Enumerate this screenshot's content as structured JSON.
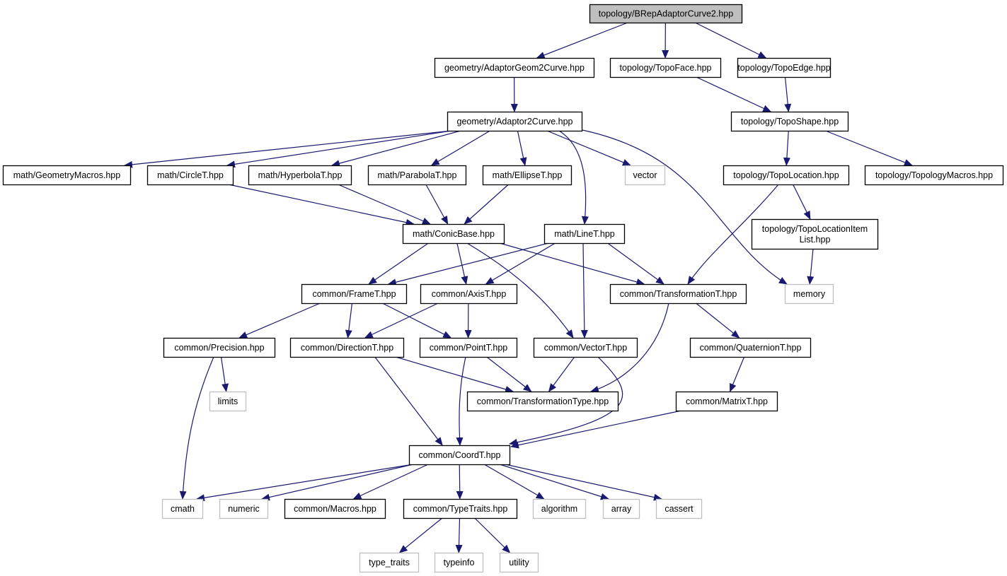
{
  "diagram": {
    "type": "include-dependency-graph",
    "root": "topology/BRepAdaptorCurve2.hpp",
    "colors": {
      "edge": "#191970",
      "root_fill": "#bfbfbf",
      "project_border": "#000000",
      "external_border": "#bfbfbf",
      "background": "#ffffff"
    },
    "nodes": [
      {
        "id": "root",
        "label": "topology/BRepAdaptorCurve2.hpp",
        "kind": "root"
      },
      {
        "id": "adaptorgeom2curve",
        "label": "geometry/AdaptorGeom2Curve.hpp",
        "kind": "project"
      },
      {
        "id": "topoface",
        "label": "topology/TopoFace.hpp",
        "kind": "project"
      },
      {
        "id": "topoedge",
        "label": "topology/TopoEdge.hpp",
        "kind": "project"
      },
      {
        "id": "adaptor2curve",
        "label": "geometry/Adaptor2Curve.hpp",
        "kind": "project"
      },
      {
        "id": "toposhape",
        "label": "topology/TopoShape.hpp",
        "kind": "project"
      },
      {
        "id": "geometrymacros",
        "label": "math/GeometryMacros.hpp",
        "kind": "project"
      },
      {
        "id": "circlet",
        "label": "math/CircleT.hpp",
        "kind": "project"
      },
      {
        "id": "hyperbolat",
        "label": "math/HyperbolaT.hpp",
        "kind": "project"
      },
      {
        "id": "parabolat",
        "label": "math/ParabolaT.hpp",
        "kind": "project"
      },
      {
        "id": "ellipset",
        "label": "math/EllipseT.hpp",
        "kind": "project"
      },
      {
        "id": "vector",
        "label": "vector",
        "kind": "external"
      },
      {
        "id": "topolocation",
        "label": "topology/TopoLocation.hpp",
        "kind": "project"
      },
      {
        "id": "topologymacros",
        "label": "topology/TopologyMacros.hpp",
        "kind": "project"
      },
      {
        "id": "conicbase",
        "label": "math/ConicBase.hpp",
        "kind": "project"
      },
      {
        "id": "linet",
        "label": "math/LineT.hpp",
        "kind": "project"
      },
      {
        "id": "topolocationitemlist",
        "label": "topology/TopoLocationItem\nList.hpp",
        "kind": "project"
      },
      {
        "id": "framet",
        "label": "common/FrameT.hpp",
        "kind": "project"
      },
      {
        "id": "axist",
        "label": "common/AxisT.hpp",
        "kind": "project"
      },
      {
        "id": "transformationt",
        "label": "common/TransformationT.hpp",
        "kind": "project"
      },
      {
        "id": "memory",
        "label": "memory",
        "kind": "external"
      },
      {
        "id": "precision",
        "label": "common/Precision.hpp",
        "kind": "project"
      },
      {
        "id": "directiont",
        "label": "common/DirectionT.hpp",
        "kind": "project"
      },
      {
        "id": "pointt",
        "label": "common/PointT.hpp",
        "kind": "project"
      },
      {
        "id": "vectort",
        "label": "common/VectorT.hpp",
        "kind": "project"
      },
      {
        "id": "quaterniont",
        "label": "common/QuaternionT.hpp",
        "kind": "project"
      },
      {
        "id": "limits",
        "label": "limits",
        "kind": "external"
      },
      {
        "id": "transformationtype",
        "label": "common/TransformationType.hpp",
        "kind": "project"
      },
      {
        "id": "matrixt",
        "label": "common/MatrixT.hpp",
        "kind": "project"
      },
      {
        "id": "coordt",
        "label": "common/CoordT.hpp",
        "kind": "project"
      },
      {
        "id": "cmath",
        "label": "cmath",
        "kind": "external"
      },
      {
        "id": "numeric",
        "label": "numeric",
        "kind": "external"
      },
      {
        "id": "macros",
        "label": "common/Macros.hpp",
        "kind": "project"
      },
      {
        "id": "typetraits",
        "label": "common/TypeTraits.hpp",
        "kind": "project"
      },
      {
        "id": "algorithm",
        "label": "algorithm",
        "kind": "external"
      },
      {
        "id": "array",
        "label": "array",
        "kind": "external"
      },
      {
        "id": "cassert",
        "label": "cassert",
        "kind": "external"
      },
      {
        "id": "type_traits",
        "label": "type_traits",
        "kind": "external"
      },
      {
        "id": "typeinfo",
        "label": "typeinfo",
        "kind": "external"
      },
      {
        "id": "utility",
        "label": "utility",
        "kind": "external"
      }
    ],
    "edges": [
      {
        "from": "root",
        "to": "adaptorgeom2curve"
      },
      {
        "from": "root",
        "to": "topoface"
      },
      {
        "from": "root",
        "to": "topoedge"
      },
      {
        "from": "adaptorgeom2curve",
        "to": "adaptor2curve"
      },
      {
        "from": "topoface",
        "to": "toposhape"
      },
      {
        "from": "topoedge",
        "to": "toposhape"
      },
      {
        "from": "adaptor2curve",
        "to": "geometrymacros"
      },
      {
        "from": "adaptor2curve",
        "to": "circlet"
      },
      {
        "from": "adaptor2curve",
        "to": "hyperbolat"
      },
      {
        "from": "adaptor2curve",
        "to": "parabolat"
      },
      {
        "from": "adaptor2curve",
        "to": "ellipset"
      },
      {
        "from": "adaptor2curve",
        "to": "vector"
      },
      {
        "from": "adaptor2curve",
        "to": "linet"
      },
      {
        "from": "adaptor2curve",
        "to": "memory"
      },
      {
        "from": "toposhape",
        "to": "topolocation"
      },
      {
        "from": "toposhape",
        "to": "topologymacros"
      },
      {
        "from": "circlet",
        "to": "conicbase"
      },
      {
        "from": "hyperbolat",
        "to": "conicbase"
      },
      {
        "from": "parabolat",
        "to": "conicbase"
      },
      {
        "from": "ellipset",
        "to": "conicbase"
      },
      {
        "from": "topolocation",
        "to": "topolocationitemlist"
      },
      {
        "from": "topolocation",
        "to": "transformationt"
      },
      {
        "from": "topolocationitemlist",
        "to": "memory"
      },
      {
        "from": "conicbase",
        "to": "framet"
      },
      {
        "from": "conicbase",
        "to": "axist"
      },
      {
        "from": "conicbase",
        "to": "vectort"
      },
      {
        "from": "conicbase",
        "to": "transformationt"
      },
      {
        "from": "linet",
        "to": "framet"
      },
      {
        "from": "linet",
        "to": "axist"
      },
      {
        "from": "linet",
        "to": "vectort"
      },
      {
        "from": "linet",
        "to": "transformationt"
      },
      {
        "from": "framet",
        "to": "precision"
      },
      {
        "from": "framet",
        "to": "directiont"
      },
      {
        "from": "framet",
        "to": "pointt"
      },
      {
        "from": "axist",
        "to": "directiont"
      },
      {
        "from": "axist",
        "to": "pointt"
      },
      {
        "from": "transformationt",
        "to": "quaterniont"
      },
      {
        "from": "transformationt",
        "to": "transformationtype"
      },
      {
        "from": "precision",
        "to": "limits"
      },
      {
        "from": "precision",
        "to": "cmath"
      },
      {
        "from": "directiont",
        "to": "transformationtype"
      },
      {
        "from": "directiont",
        "to": "coordt"
      },
      {
        "from": "pointt",
        "to": "transformationtype"
      },
      {
        "from": "pointt",
        "to": "coordt"
      },
      {
        "from": "vectort",
        "to": "transformationtype"
      },
      {
        "from": "vectort",
        "to": "coordt"
      },
      {
        "from": "quaterniont",
        "to": "matrixt"
      },
      {
        "from": "matrixt",
        "to": "coordt"
      },
      {
        "from": "coordt",
        "to": "cmath"
      },
      {
        "from": "coordt",
        "to": "numeric"
      },
      {
        "from": "coordt",
        "to": "macros"
      },
      {
        "from": "coordt",
        "to": "typetraits"
      },
      {
        "from": "coordt",
        "to": "algorithm"
      },
      {
        "from": "coordt",
        "to": "array"
      },
      {
        "from": "coordt",
        "to": "cassert"
      },
      {
        "from": "typetraits",
        "to": "type_traits"
      },
      {
        "from": "typetraits",
        "to": "typeinfo"
      },
      {
        "from": "typetraits",
        "to": "utility"
      }
    ]
  }
}
